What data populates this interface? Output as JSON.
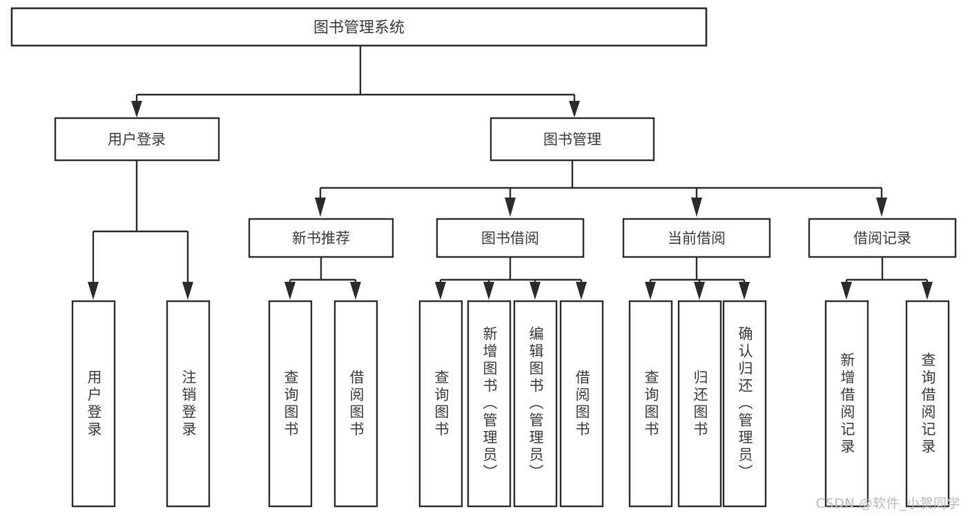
{
  "diagram": {
    "type": "tree-hierarchy-chart",
    "title": "图书管理系统",
    "orientation": "top-down",
    "colors": {
      "background": "#ffffff",
      "box_stroke": "#2b2b2b",
      "box_fill": "#ffffff",
      "text": "#3a3a3a",
      "watermark": "#b9b9b9"
    },
    "root": {
      "label": "图书管理系统"
    },
    "level2": [
      {
        "id": "user-login",
        "label": "用户登录"
      },
      {
        "id": "book-management",
        "label": "图书管理"
      }
    ],
    "level3": [
      {
        "id": "new-book-recommend",
        "label": "新书推荐",
        "parent": "book-management"
      },
      {
        "id": "book-borrow",
        "label": "图书借阅",
        "parent": "book-management"
      },
      {
        "id": "current-borrow",
        "label": "当前借阅",
        "parent": "book-management"
      },
      {
        "id": "borrow-record",
        "label": "借阅记录",
        "parent": "book-management"
      }
    ],
    "leaves": [
      {
        "id": "leaf-user-login",
        "label": "用户登录",
        "parent": "user-login"
      },
      {
        "id": "leaf-logout-login",
        "label": "注销登录",
        "parent": "user-login"
      },
      {
        "id": "leaf-query-book-1",
        "label": "查询图书",
        "parent": "new-book-recommend"
      },
      {
        "id": "leaf-borrow-book-1",
        "label": "借阅图书",
        "parent": "new-book-recommend"
      },
      {
        "id": "leaf-query-book-2",
        "label": "查询图书",
        "parent": "book-borrow"
      },
      {
        "id": "leaf-add-book",
        "label": "新增图书（管理员）",
        "parent": "book-borrow"
      },
      {
        "id": "leaf-edit-book",
        "label": "编辑图书（管理员）",
        "parent": "book-borrow"
      },
      {
        "id": "leaf-borrow-book-2",
        "label": "借阅图书",
        "parent": "book-borrow"
      },
      {
        "id": "leaf-query-book-3",
        "label": "查询图书",
        "parent": "current-borrow"
      },
      {
        "id": "leaf-return-book",
        "label": "归还图书",
        "parent": "current-borrow"
      },
      {
        "id": "leaf-confirm-return",
        "label": "确认归还（管理员）",
        "parent": "current-borrow"
      },
      {
        "id": "leaf-add-record",
        "label": "新增借阅记录",
        "parent": "borrow-record"
      },
      {
        "id": "leaf-query-record",
        "label": "查询借阅记录",
        "parent": "borrow-record"
      }
    ],
    "watermark": "CSDN @软件_小贺同学"
  }
}
